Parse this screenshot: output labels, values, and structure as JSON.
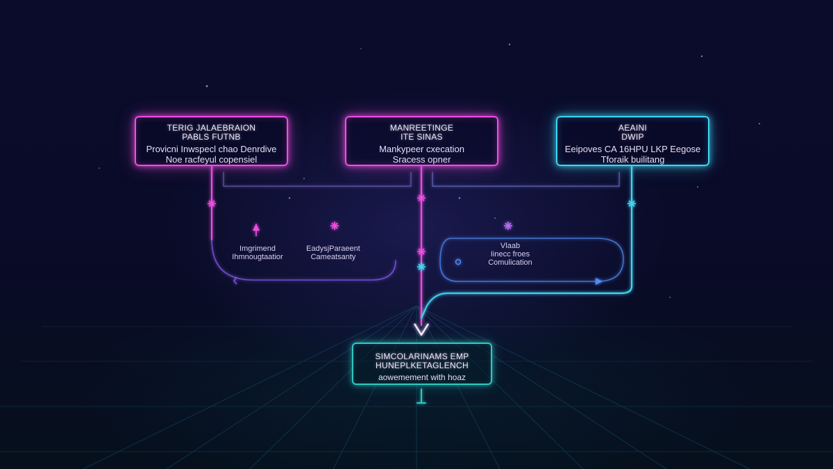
{
  "diagram": {
    "nodes": [
      {
        "id": "left",
        "title": [
          "TERIG JALAEBRAION",
          "PABLS FUTNB"
        ],
        "subtitle": [
          "Provicni Inwspecl chao Denrdive",
          "Noe racfeyul copensiel"
        ],
        "color": "#f04ee0"
      },
      {
        "id": "center",
        "title": [
          "MANREETINGE",
          "ITE SINAS"
        ],
        "subtitle": [
          "Mankypeer cxecation",
          "Sracess opner"
        ],
        "color": "#f04ee0"
      },
      {
        "id": "right",
        "title": [
          "AEAINI",
          "DWIP"
        ],
        "subtitle": [
          "Eeipoves CA 16HPU LKP Eegose",
          "Tforaik builitang"
        ],
        "color": "#3fd6f2"
      },
      {
        "id": "bottom",
        "title": [
          "SIMCOLARINAMS EMP",
          "HUNEPLKETAGLENCH"
        ],
        "subtitle": [
          "aowemement with hoaz"
        ],
        "color": "#2fc9c0"
      }
    ],
    "edge_labels": [
      {
        "id": "label-1",
        "lines": [
          "Imgrimend",
          "Ihmnougtaatior"
        ]
      },
      {
        "id": "label-2",
        "lines": [
          "EadysjParaeent",
          "Cameatsanty"
        ]
      },
      {
        "id": "label-3",
        "lines": [
          "Vlaab",
          "Iinecc froes",
          "Comulication"
        ]
      }
    ],
    "colors": {
      "pink": "#f04ee0",
      "violet": "#b66cf2",
      "cyan": "#3fd6f2",
      "teal": "#2fc9c0",
      "background": "#070a22"
    }
  }
}
